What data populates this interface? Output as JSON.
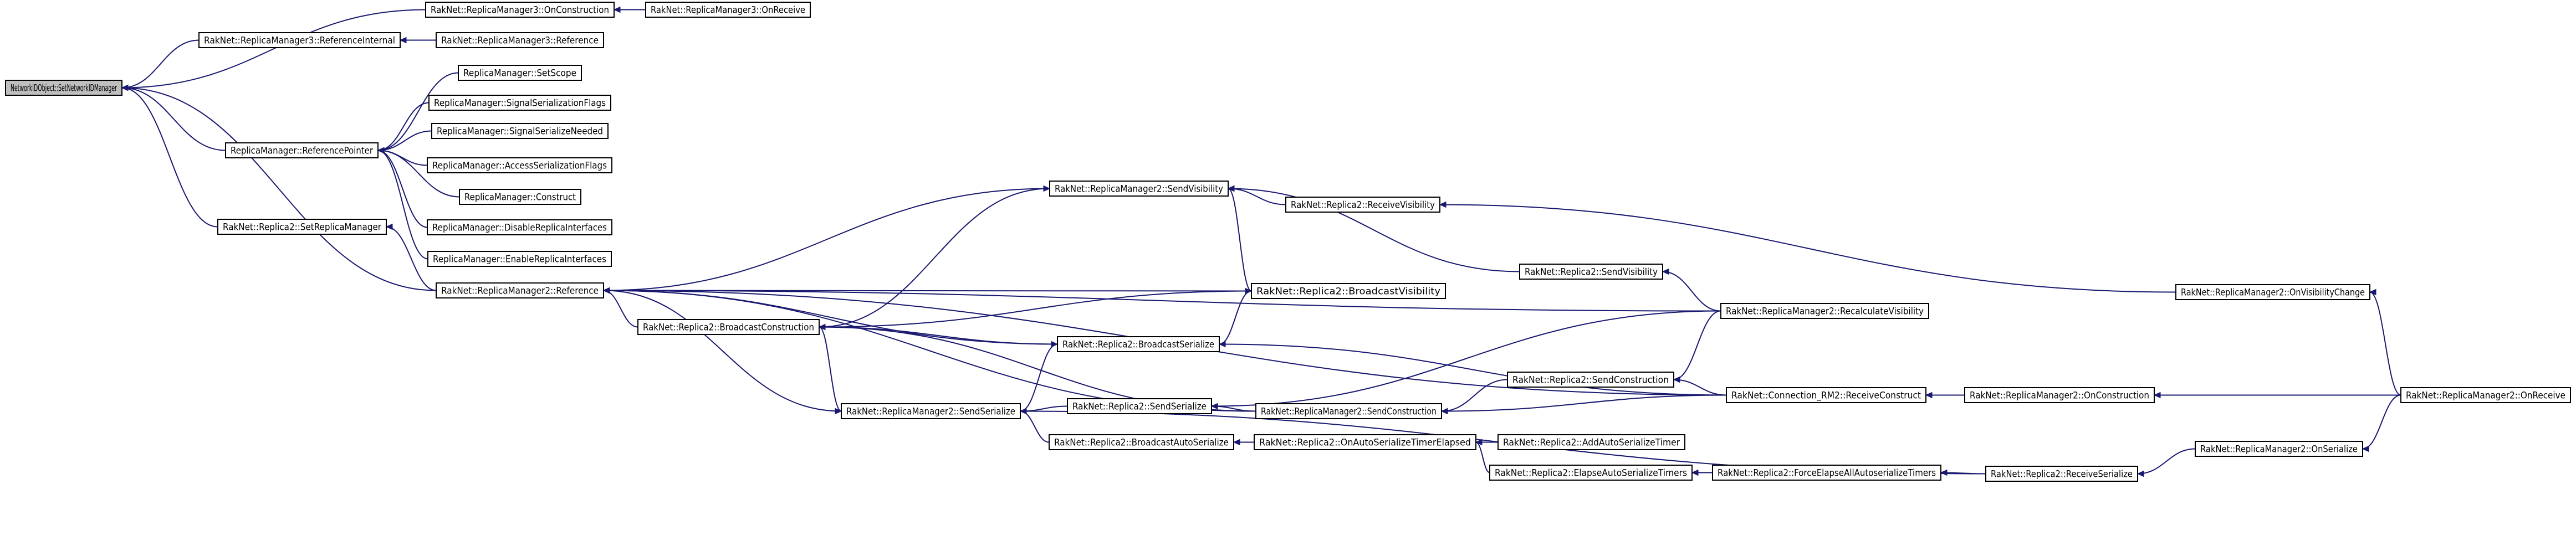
{
  "graph": {
    "nodes": [
      {
        "id": "root",
        "label": "NetworkIDObject::SetNetworkIDManager",
        "root": true
      },
      {
        "id": "rm3_onconstruction",
        "label": "RakNet::ReplicaManager3::OnConstruction"
      },
      {
        "id": "rm3_onreceive",
        "label": "RakNet::ReplicaManager3::OnReceive"
      },
      {
        "id": "rm3_refinternal",
        "label": "RakNet::ReplicaManager3::ReferenceInternal"
      },
      {
        "id": "rm3_reference",
        "label": "RakNet::ReplicaManager3::Reference"
      },
      {
        "id": "rm_setscope",
        "label": "ReplicaManager::SetScope"
      },
      {
        "id": "rm_signalserflags",
        "label": "ReplicaManager::SignalSerializationFlags"
      },
      {
        "id": "rm_signalsernneeded",
        "label": "ReplicaManager::SignalSerializeNeeded"
      },
      {
        "id": "rm_refpointer",
        "label": "ReplicaManager::ReferencePointer"
      },
      {
        "id": "rm_accessserflags",
        "label": "ReplicaManager::AccessSerializationFlags"
      },
      {
        "id": "rm_construct",
        "label": "ReplicaManager::Construct"
      },
      {
        "id": "rm_disableri",
        "label": "ReplicaManager::DisableReplicaInterfaces"
      },
      {
        "id": "rm_enableri",
        "label": "ReplicaManager::EnableReplicaInterfaces"
      },
      {
        "id": "r2_setrm",
        "label": "RakNet::Replica2::SetReplicaManager"
      },
      {
        "id": "rm2_reference",
        "label": "RakNet::ReplicaManager2::Reference"
      },
      {
        "id": "rm2_sendvisibility",
        "label": "RakNet::ReplicaManager2::SendVisibility"
      },
      {
        "id": "r2_receivevisibility",
        "label": "RakNet::Replica2::ReceiveVisibility"
      },
      {
        "id": "r2_sendvisibility",
        "label": "RakNet::Replica2::SendVisibility"
      },
      {
        "id": "r2_broadcastvisibility",
        "label": "RakNet::Replica2::BroadcastVisibility"
      },
      {
        "id": "r2_broadcastconstruction",
        "label": "RakNet::Replica2::BroadcastConstruction"
      },
      {
        "id": "r2_broadcastserialize",
        "label": "RakNet::Replica2::BroadcastSerialize"
      },
      {
        "id": "rm2_recalcvisibility",
        "label": "RakNet::ReplicaManager2::RecalculateVisibility"
      },
      {
        "id": "rm2_onvisibilitychange",
        "label": "RakNet::ReplicaManager2::OnVisibilityChange"
      },
      {
        "id": "r2_sendconstruction",
        "label": "RakNet::Replica2::SendConstruction"
      },
      {
        "id": "rm2_sendserialize",
        "label": "RakNet::ReplicaManager2::SendSerialize"
      },
      {
        "id": "r2_sendserialize",
        "label": "RakNet::Replica2::SendSerialize"
      },
      {
        "id": "rm2_sendconstruction",
        "label": "RakNet::ReplicaManager2::SendConstruction"
      },
      {
        "id": "crm2_receiveconstruct",
        "label": "RakNet::Connection_RM2::ReceiveConstruct"
      },
      {
        "id": "rm2_onconstruction",
        "label": "RakNet::ReplicaManager2::OnConstruction"
      },
      {
        "id": "rm2_onreceive",
        "label": "RakNet::ReplicaManager2::OnReceive"
      },
      {
        "id": "r2_broadcastautoserialize",
        "label": "RakNet::Replica2::BroadcastAutoSerialize"
      },
      {
        "id": "r2_onautosertimer",
        "label": "RakNet::Replica2::OnAutoSerializeTimerElapsed"
      },
      {
        "id": "r2_addautosertimer",
        "label": "RakNet::Replica2::AddAutoSerializeTimer"
      },
      {
        "id": "r2_elapseautosertimers",
        "label": "RakNet::Replica2::ElapseAutoSerializeTimers"
      },
      {
        "id": "r2_forceelapseall",
        "label": "RakNet::Replica2::ForceElapseAllAutoserializeTimers"
      },
      {
        "id": "r2_receiveserialize",
        "label": "RakNet::Replica2::ReceiveSerialize"
      },
      {
        "id": "rm2_onserialize",
        "label": "RakNet::ReplicaManager2::OnSerialize"
      }
    ],
    "edges": [
      [
        "rm3_onconstruction",
        "root"
      ],
      [
        "rm3_onreceive",
        "rm3_onconstruction"
      ],
      [
        "rm3_refinternal",
        "root"
      ],
      [
        "rm3_reference",
        "rm3_refinternal"
      ],
      [
        "rm_refpointer",
        "root"
      ],
      [
        "rm_setscope",
        "rm_refpointer"
      ],
      [
        "rm_signalserflags",
        "rm_refpointer"
      ],
      [
        "rm_signalsernneeded",
        "rm_refpointer"
      ],
      [
        "rm_accessserflags",
        "rm_refpointer"
      ],
      [
        "rm_construct",
        "rm_refpointer"
      ],
      [
        "rm_disableri",
        "rm_refpointer"
      ],
      [
        "rm_enableri",
        "rm_refpointer"
      ],
      [
        "r2_setrm",
        "root"
      ],
      [
        "rm2_reference",
        "r2_setrm"
      ],
      [
        "rm2_reference",
        "root"
      ],
      [
        "rm2_sendvisibility",
        "rm2_reference"
      ],
      [
        "r2_broadcastvisibility",
        "rm2_reference"
      ],
      [
        "r2_broadcastconstruction",
        "rm2_reference"
      ],
      [
        "r2_broadcastserialize",
        "rm2_reference"
      ],
      [
        "rm2_sendserialize",
        "rm2_reference"
      ],
      [
        "rm2_recalcvisibility",
        "rm2_reference"
      ],
      [
        "rm2_sendconstruction",
        "rm2_reference"
      ],
      [
        "crm2_receiveconstruct",
        "rm2_reference"
      ],
      [
        "r2_receivevisibility",
        "rm2_sendvisibility"
      ],
      [
        "r2_sendvisibility",
        "rm2_sendvisibility"
      ],
      [
        "r2_broadcastvisibility",
        "rm2_sendvisibility"
      ],
      [
        "r2_broadcastconstruction",
        "rm2_sendvisibility"
      ],
      [
        "rm2_onvisibilitychange",
        "r2_receivevisibility"
      ],
      [
        "rm2_onreceive",
        "rm2_onvisibilitychange"
      ],
      [
        "rm2_recalcvisibility",
        "r2_sendvisibility"
      ],
      [
        "r2_broadcastvisibility",
        "r2_broadcastconstruction"
      ],
      [
        "r2_broadcastserialize",
        "r2_broadcastconstruction"
      ],
      [
        "rm2_sendconstruction",
        "r2_broadcastconstruction"
      ],
      [
        "r2_broadcastserialize",
        "r2_broadcastvisibility"
      ],
      [
        "crm2_receiveconstruct",
        "r2_broadcastserialize"
      ],
      [
        "rm2_sendserialize",
        "r2_broadcastserialize"
      ],
      [
        "r2_broadcastconstruction",
        "rm2_sendserialize"
      ],
      [
        "r2_sendserialize",
        "rm2_sendserialize"
      ],
      [
        "r2_broadcastautoserialize",
        "rm2_sendserialize"
      ],
      [
        "r2_receiveserialize",
        "rm2_sendserialize"
      ],
      [
        "rm2_sendconstruction",
        "r2_sendserialize"
      ],
      [
        "rm2_recalcvisibility",
        "r2_sendserialize"
      ],
      [
        "r2_sendconstruction",
        "rm2_sendconstruction"
      ],
      [
        "crm2_receiveconstruct",
        "rm2_sendconstruction"
      ],
      [
        "rm2_recalcvisibility",
        "r2_sendconstruction"
      ],
      [
        "crm2_receiveconstruct",
        "r2_sendconstruction"
      ],
      [
        "rm2_onconstruction",
        "crm2_receiveconstruct"
      ],
      [
        "rm2_onreceive",
        "rm2_onconstruction"
      ],
      [
        "r2_onautosertimer",
        "r2_broadcastautoserialize"
      ],
      [
        "r2_addautosertimer",
        "r2_onautosertimer"
      ],
      [
        "r2_elapseautosertimers",
        "r2_onautosertimer"
      ],
      [
        "r2_forceelapseall",
        "r2_elapseautosertimers"
      ],
      [
        "r2_receiveserialize",
        "r2_forceelapseall"
      ],
      [
        "rm2_onserialize",
        "r2_receiveserialize"
      ],
      [
        "rm2_onreceive",
        "rm2_onserialize"
      ]
    ]
  }
}
